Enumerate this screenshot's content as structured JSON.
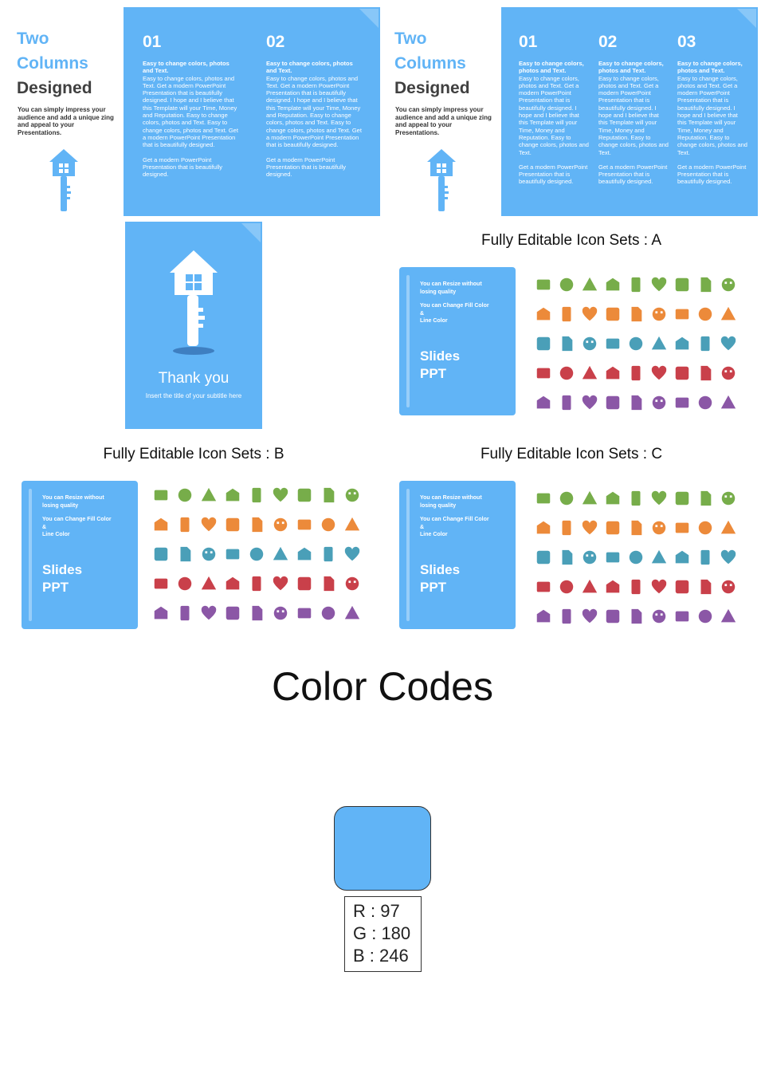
{
  "palette": {
    "accent": "#61b4f6",
    "green": "#77ad4a",
    "orange": "#ec8a3a",
    "red": "#c9404a",
    "purple": "#8b57a6",
    "teal": "#4a9fb8"
  },
  "slide_two_col": {
    "title_line1": "Two",
    "title_line2": "Columns",
    "title_line3": "Designed",
    "description": "You can simply impress your audience and add a unique zing and appeal to your Presentations.",
    "columns": [
      {
        "num": "01",
        "subtitle": "Easy to change colors, photos and Text.",
        "body": "Easy to change colors, photos and Text. Get a modern PowerPoint  Presentation that is beautifully designed. I hope and I believe that this Template will your Time, Money and Reputation. Easy to change colors, photos and Text. Easy to change colors, photos and Text. Get a modern PowerPoint Presentation that is beautifully designed.",
        "body2": "Get a modern PowerPoint Presentation that is beautifully designed."
      },
      {
        "num": "02",
        "subtitle": "Easy to change colors, photos and Text.",
        "body": "Easy to change colors, photos and Text. Get a modern PowerPoint  Presentation that is beautifully designed. I hope and I believe that this Template will your Time, Money and Reputation. Easy to change colors, photos and Text. Easy to change colors, photos and Text. Get a modern PowerPoint Presentation that is beautifully designed.",
        "body2": "Get a modern PowerPoint Presentation that is beautifully designed."
      }
    ]
  },
  "slide_three_col": {
    "title_line1": "Two",
    "title_line2": "Columns",
    "title_line3": "Designed",
    "description": "You can simply impress your audience and add a unique zing and appeal to your Presentations.",
    "columns": [
      {
        "num": "01",
        "subtitle": "Easy to change colors, photos and Text.",
        "body": "Easy to change colors, photos and Text. Get a modern PowerPoint Presentation that is beautifully designed. I hope and I believe that this Template will your Time, Money and Reputation. Easy to change colors, photos and Text.",
        "body2": "Get a modern PowerPoint Presentation that is beautifully designed."
      },
      {
        "num": "02",
        "subtitle": "Easy to change colors, photos and Text.",
        "body": "Easy to change colors, photos and Text. Get a modern PowerPoint Presentation that is beautifully designed. I hope and I believe that this Template will your Time, Money and Reputation. Easy to change colors, photos and Text.",
        "body2": "Get a modern PowerPoint Presentation that is beautifully designed."
      },
      {
        "num": "03",
        "subtitle": "Easy to change colors, photos and Text.",
        "body": "Easy to change colors, photos and Text. Get a modern PowerPoint Presentation that is beautifully designed. I hope and I believe that this Template will your Time, Money and Reputation. Easy to change colors, photos and Text.",
        "body2": "Get a modern PowerPoint Presentation that is beautifully designed."
      }
    ]
  },
  "slide_thanks": {
    "title": "Thank you",
    "subtitle": "Insert the title of your subtitle here"
  },
  "icon_sets": [
    {
      "title": "Fully Editable Icon Sets : A",
      "card": {
        "line1": "You can Resize without losing quality",
        "line2a": "You can Change Fill Color",
        "line2b": "&",
        "line2c": "Line Color",
        "line3a": "Slides",
        "line3b": "PPT"
      },
      "rows": [
        {
          "color": "#77ad4a",
          "icons": [
            "thumbs-up-icon",
            "envelope-icon",
            "open-mail-icon",
            "bar-chart-icon",
            "bar-chart-down-icon",
            "globe-icon",
            "desk-globe-icon",
            "hourglass-icon",
            "cart-icon"
          ]
        },
        {
          "color": "#ec8a3a",
          "icons": [
            "printer-icon",
            "laptop-icon",
            "monitor-icon",
            "tablet-icon",
            "phone-icon",
            "calculator-icon",
            "trash-icon",
            "chat-icon",
            "presentation-icon"
          ]
        },
        {
          "color": "#4a9fb8",
          "icons": [
            "book-icon",
            "puzzle-icon",
            "music-icon",
            "apple-icon",
            "palette-icon",
            "graduation-cap-icon",
            "magnifier-icon",
            "calculator-keys-icon",
            "notepad-icon"
          ]
        },
        {
          "color": "#c9404a",
          "icons": [
            "checkbox-icon",
            "alarm-clock-icon",
            "pen-nib-icon",
            "pie-chart-icon",
            "file-icon",
            "file-pdf-icon",
            "file-chart-icon",
            "file-image-icon",
            "file-doc-icon"
          ]
        },
        {
          "color": "#8b57a6",
          "icons": [
            "medal-icon",
            "pushpin-icon",
            "trophy-icon",
            "pencil-icon",
            "smile-icon",
            "neutral-face-icon",
            "happy-face-icon",
            "sad-face-icon",
            "laugh-face-icon"
          ]
        }
      ]
    },
    {
      "title": "Fully Editable Icon Sets : B",
      "card": {
        "line1": "You can Resize without losing quality",
        "line2a": "You can Change Fill Color",
        "line2b": "&",
        "line2c": "Line Color",
        "line3a": "Slides",
        "line3b": "PPT"
      },
      "rows": [
        {
          "color": "#77ad4a",
          "icons": [
            "man-icon",
            "woman-icon",
            "male-symbol-icon",
            "female-symbol-icon",
            "heart-icon",
            "camera-icon",
            "video-camera-icon",
            "megaphone-icon",
            "microphone-icon"
          ]
        },
        {
          "color": "#ec8a3a",
          "icons": [
            "rocket-icon",
            "lock-icon",
            "target-icon",
            "umbrella-icon",
            "key-icon",
            "unlock-icon",
            "briefcase-icon",
            "airplane-icon",
            "car-icon"
          ]
        },
        {
          "color": "#4a9fb8",
          "icons": [
            "speaker-icon",
            "battery-low-icon",
            "battery-mid-icon",
            "battery-high-icon",
            "battery-full-icon",
            "telephone-icon",
            "power-icon",
            "radiation-icon",
            "location-pin-icon"
          ]
        },
        {
          "color": "#c9404a",
          "icons": [
            "play-icon",
            "film-icon",
            "image-icon",
            "gear-icon",
            "tie-icon",
            "house-icon",
            "anchor-icon",
            "coffee-icon",
            "piggy-bank-icon"
          ]
        },
        {
          "color": "#8b57a6",
          "icons": [
            "cloud-icon",
            "rain-cloud-icon",
            "clouds-icon",
            "sun-cloud-icon",
            "moon-cloud-icon",
            "sun-icon",
            "refresh-icon",
            "signpost-icon",
            "fire-icon"
          ]
        }
      ]
    },
    {
      "title": "Fully Editable Icon Sets : C",
      "card": {
        "line1": "You can Resize without losing quality",
        "line2a": "You can Change Fill Color",
        "line2b": "&",
        "line2c": "Line Color",
        "line3a": "Slides",
        "line3b": "PPT"
      },
      "rows": [
        {
          "color": "#77ad4a",
          "icons": [
            "lungs-icon",
            "liver-icon",
            "kidneys-icon",
            "stomach-icon",
            "heart-organ-icon",
            "uterus-icon",
            "intestine-icon",
            "eye-icon",
            "tooth-icon"
          ]
        },
        {
          "color": "#ec8a3a",
          "icons": [
            "skull-icon",
            "head-icon",
            "brain-head-icon",
            "brain-icon",
            "drops-icon",
            "spine-icon",
            "bone-icon",
            "pelvis-icon",
            "medical-cross-icon"
          ]
        },
        {
          "color": "#4a9fb8",
          "icons": [
            "clipboard-icon",
            "atom-icon",
            "mortar-icon",
            "first-aid-icon",
            "heartbeat-icon",
            "pills-icon",
            "snowflake-icon",
            "molecule-icon",
            "medicine-bottle-icon"
          ]
        },
        {
          "color": "#c9404a",
          "icons": [
            "flask-icon",
            "stethoscope-icon",
            "syringe-icon",
            "money-icon",
            "diamond-icon",
            "dollar-icon",
            "ship-icon",
            "stopwatch-icon",
            "user-icon"
          ]
        },
        {
          "color": "#8b57a6",
          "icons": [
            "linkedin-icon",
            "pinterest-icon",
            "facebook-icon",
            "twitter-icon",
            "google-plus-icon",
            "at-sign-icon",
            "bulb-icon",
            "flag-icon",
            "recycle-icon"
          ]
        }
      ]
    }
  ],
  "color_codes": {
    "title": "Color Codes",
    "r": "R : 97",
    "g": "G : 180",
    "b": "B : 246"
  }
}
